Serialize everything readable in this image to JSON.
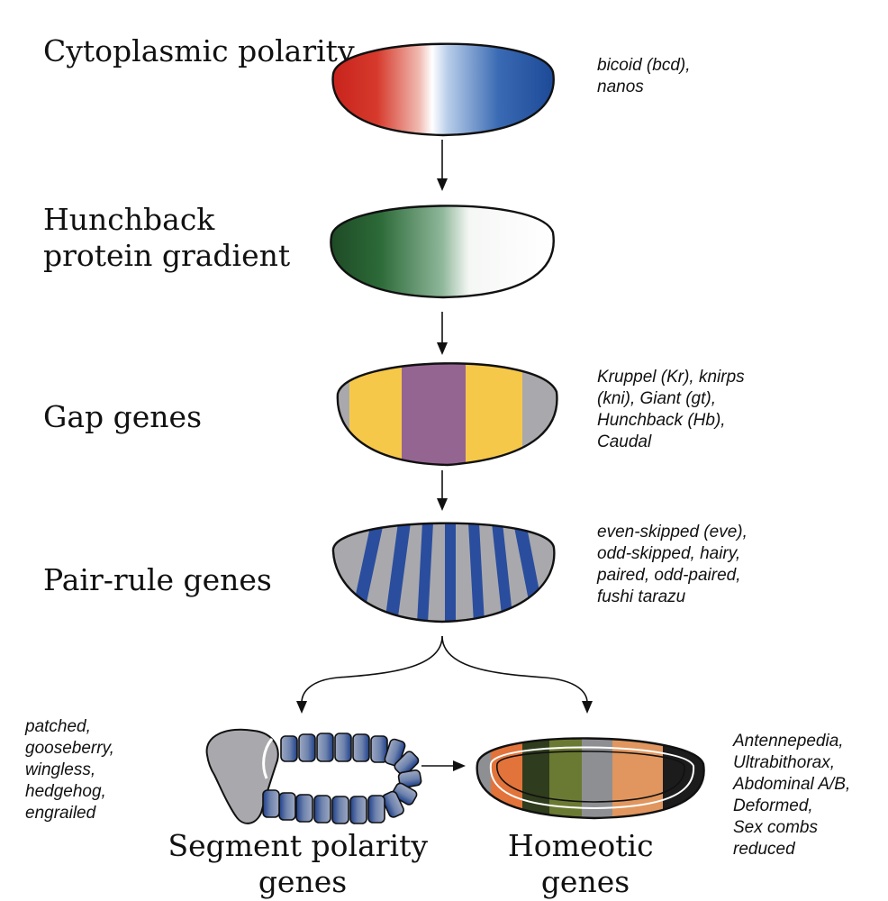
{
  "stages": {
    "cytoplasmic": {
      "title_lines": [
        "Cytoplasmic polarity"
      ],
      "genes": [
        "bicoid (bcd),",
        "nanos"
      ]
    },
    "hunchback": {
      "title_lines": [
        "Hunchback",
        "protein gradient"
      ]
    },
    "gap": {
      "title_lines": [
        "Gap genes"
      ],
      "genes": [
        "Kruppel (Kr), knirps",
        "(kni), Giant (gt),",
        "Hunchback (Hb),",
        "Caudal"
      ]
    },
    "pair_rule": {
      "title_lines": [
        "Pair-rule genes"
      ],
      "genes": [
        "even-skipped (eve),",
        "odd-skipped, hairy,",
        "paired, odd-paired,",
        "fushi tarazu"
      ]
    },
    "segment_polarity": {
      "title_lines": [
        "Segment polarity",
        "genes"
      ],
      "genes": [
        "patched,",
        "gooseberry,",
        "wingless,",
        "hedgehog,",
        "engrailed"
      ]
    },
    "homeotic": {
      "title_lines": [
        "Homeotic",
        "genes"
      ],
      "genes": [
        "Antennepedia,",
        "Ultrabithorax,",
        "Abdominal A/B,",
        "Deformed,",
        "Sex combs",
        "reduced"
      ]
    }
  },
  "colors": {
    "bicoid_red": "#d42a1f",
    "nanos_blue": "#1f4f9e",
    "hunchback_green": "#1f4d27",
    "gap_yellow": "#f6c84a",
    "gap_purple": "#956592",
    "gap_gray": "#a9a9ad",
    "pair_rule_blue": "#2a4d9e",
    "homeotic_orange": "#e2733a",
    "homeotic_dark_olive": "#2f3c1d",
    "homeotic_olive": "#6b7a32",
    "homeotic_gray": "#8e8f92",
    "homeotic_tan": "#e0965e",
    "homeotic_black": "#1c1c1c"
  }
}
